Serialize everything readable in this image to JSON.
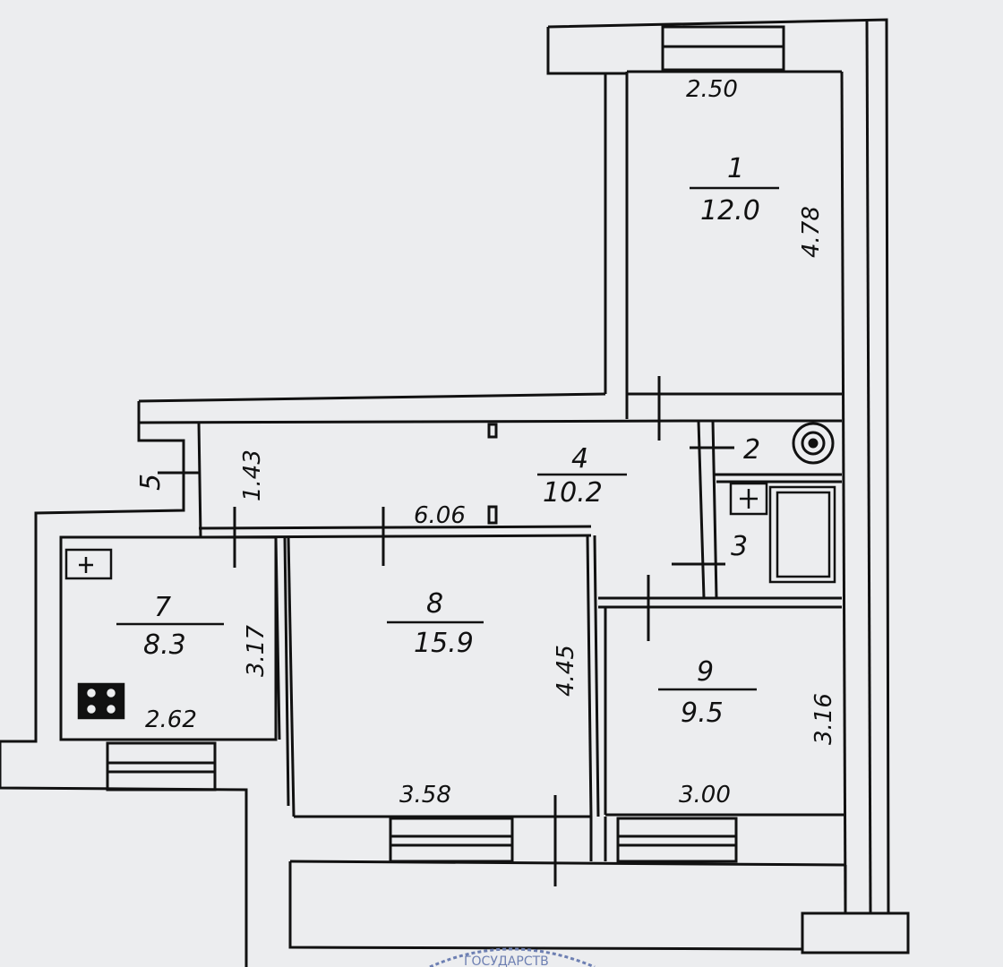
{
  "rooms": [
    {
      "id": "1",
      "number": "1",
      "area": "12.0"
    },
    {
      "id": "2",
      "number": "2"
    },
    {
      "id": "3",
      "number": "3"
    },
    {
      "id": "4",
      "number": "4",
      "area": "10.2"
    },
    {
      "id": "5",
      "number": "5"
    },
    {
      "id": "7",
      "number": "7",
      "area": "8.3"
    },
    {
      "id": "8",
      "number": "8",
      "area": "15.9"
    },
    {
      "id": "9",
      "number": "9",
      "area": "9.5"
    }
  ],
  "dimensions": {
    "room1_width": "2.50",
    "room1_length": "4.78",
    "hall_depth": "1.43",
    "hall_length": "6.06",
    "kitchen_depth": "3.17",
    "kitchen_width": "2.62",
    "room8_depth": "4.45",
    "room8_width": "3.58",
    "room9_depth": "3.16",
    "room9_width": "3.00"
  },
  "stamp": {
    "text": "ГОСУДАРСТВ"
  },
  "colors": {
    "ink": "#111111",
    "paper": "#ecedef",
    "stamp": "#6d7fb2"
  },
  "icons": [
    "kitchen-sink-icon",
    "stove-icon",
    "bathtub-icon",
    "toilet-icon",
    "washbasin-icon"
  ]
}
